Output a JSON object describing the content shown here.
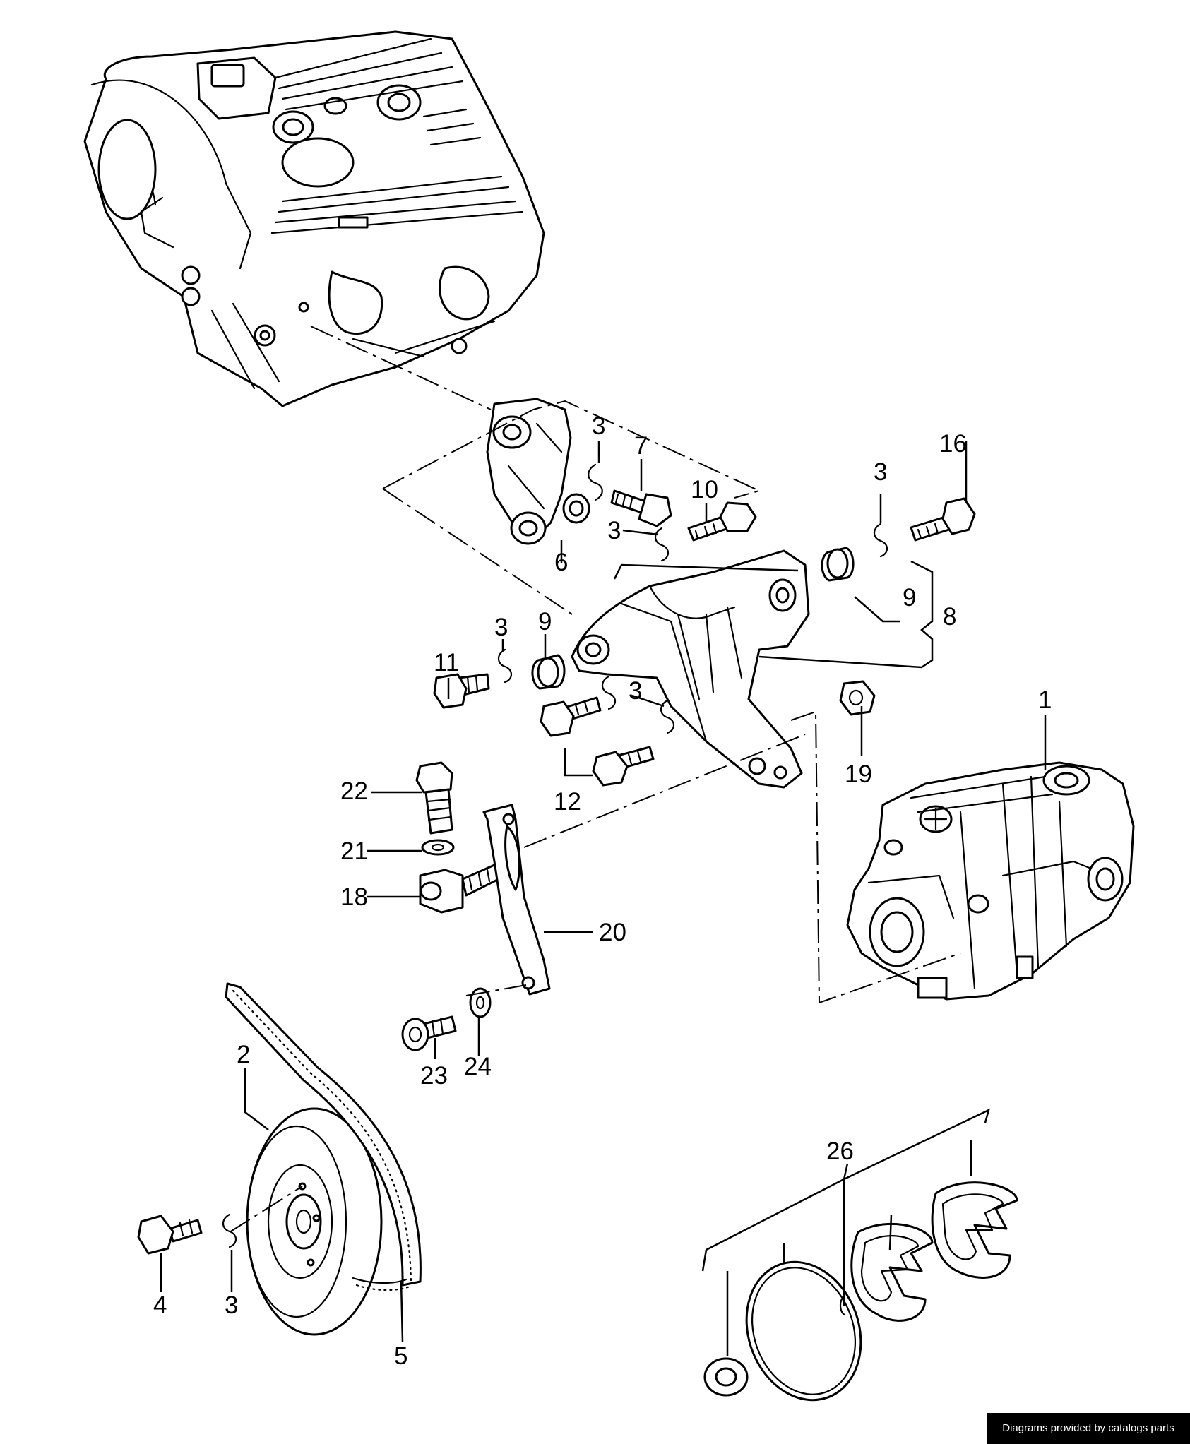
{
  "diagram": {
    "callouts": [
      {
        "id": "c1",
        "label": "1"
      },
      {
        "id": "c2",
        "label": "2"
      },
      {
        "id": "c3a",
        "label": "3"
      },
      {
        "id": "c3b",
        "label": "3"
      },
      {
        "id": "c3c",
        "label": "3"
      },
      {
        "id": "c3d",
        "label": "3"
      },
      {
        "id": "c3e",
        "label": "3"
      },
      {
        "id": "c3f",
        "label": "3"
      },
      {
        "id": "c4",
        "label": "4"
      },
      {
        "id": "c5",
        "label": "5"
      },
      {
        "id": "c6",
        "label": "6"
      },
      {
        "id": "c7",
        "label": "7"
      },
      {
        "id": "c8",
        "label": "8"
      },
      {
        "id": "c9a",
        "label": "9"
      },
      {
        "id": "c9b",
        "label": "9"
      },
      {
        "id": "c10",
        "label": "10"
      },
      {
        "id": "c11",
        "label": "11"
      },
      {
        "id": "c12",
        "label": "12"
      },
      {
        "id": "c16",
        "label": "16"
      },
      {
        "id": "c18",
        "label": "18"
      },
      {
        "id": "c19",
        "label": "19"
      },
      {
        "id": "c20",
        "label": "20"
      },
      {
        "id": "c21",
        "label": "21"
      },
      {
        "id": "c22",
        "label": "22"
      },
      {
        "id": "c23",
        "label": "23"
      },
      {
        "id": "c24",
        "label": "24"
      },
      {
        "id": "c26",
        "label": "26"
      }
    ]
  },
  "footer": {
    "credit": "Diagrams provided by catalogs parts"
  }
}
